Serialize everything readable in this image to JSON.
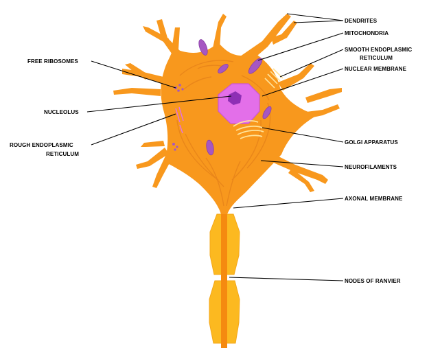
{
  "colors": {
    "cell_body": "#F8981D",
    "cell_shade": "#E8851A",
    "nucleus": "#E36FE9",
    "nucleolus": "#8E2FB5",
    "mitochondria": "#A657C2",
    "golgi": "#FFE39A",
    "myelin": "#FCB920",
    "axon_core": "#F58A10",
    "leader_line": "#000000"
  },
  "labels": {
    "dendrites": "DENDRITES",
    "mitochondria": "MITOCHONDRIA",
    "smooth_er_1": "SMOOTH ENDOPLASMIC",
    "smooth_er_2": "RETICULUM",
    "nuclear_membrane": "NUCLEAR MEMBRANE",
    "golgi": "GOLGI APPARATUS",
    "neurofilaments": "NEUROFILAMENTS",
    "axonal_membrane": "AXONAL MEMBRANE",
    "nodes_of_ranvier": "NODES OF RANVIER",
    "free_ribosomes": "FREE RIBOSOMES",
    "nucleolus": "NUCLEOLUS",
    "rough_er_1": "ROUGH ENDOPLASMIC",
    "rough_er_2": "RETICULUM"
  }
}
